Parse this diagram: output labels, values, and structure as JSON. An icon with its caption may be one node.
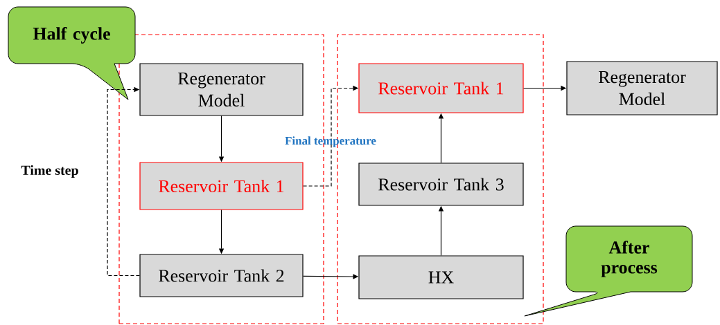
{
  "diagram": {
    "nodes": [
      {
        "text": [],
        "shape": "box"
      },
      {
        "text": [
          "Regenerator Model"
        ],
        "in": 0
      },
      {
        "text": [
          "Reservoir Tank 1"
        ],
        "in": 0
      },
      {
        "text": [
          "Reservoir Tank 2"
        ],
        "in": 0
      },
      {
        "text": [],
        "shape": "box"
      },
      {
        "text": [
          "Reservoir Tank 1"
        ],
        "in": 4
      },
      {
        "text": [
          "Reservoir Tank 3"
        ],
        "in": 4
      },
      {
        "text": [
          "HX"
        ],
        "in": 4
      },
      {
        "text": [
          "Regenerator Model"
        ]
      },
      {
        "text": [
          "Half cycle"
        ]
      },
      {
        "text": [
          "After process"
        ]
      }
    ],
    "edges": [
      {
        "from": 1,
        "to": 2,
        "arrow": "to"
      },
      {
        "from": 2,
        "to": 3,
        "arrow": "to"
      },
      {
        "from": 3,
        "to": 7,
        "arrow": "to"
      },
      {
        "from": 7,
        "to": 6,
        "arrow": "to"
      },
      {
        "from": 6,
        "to": 5,
        "arrow": "to"
      },
      {
        "from": 5,
        "to": 8,
        "arrow": "to"
      },
      {
        "from": 3,
        "to": 1,
        "arrow": "to",
        "style": "dashed",
        "label": "Time step"
      },
      {
        "from": 2,
        "to": 5,
        "arrow": "to",
        "style": "dashed",
        "label": "Final temperature"
      }
    ]
  }
}
